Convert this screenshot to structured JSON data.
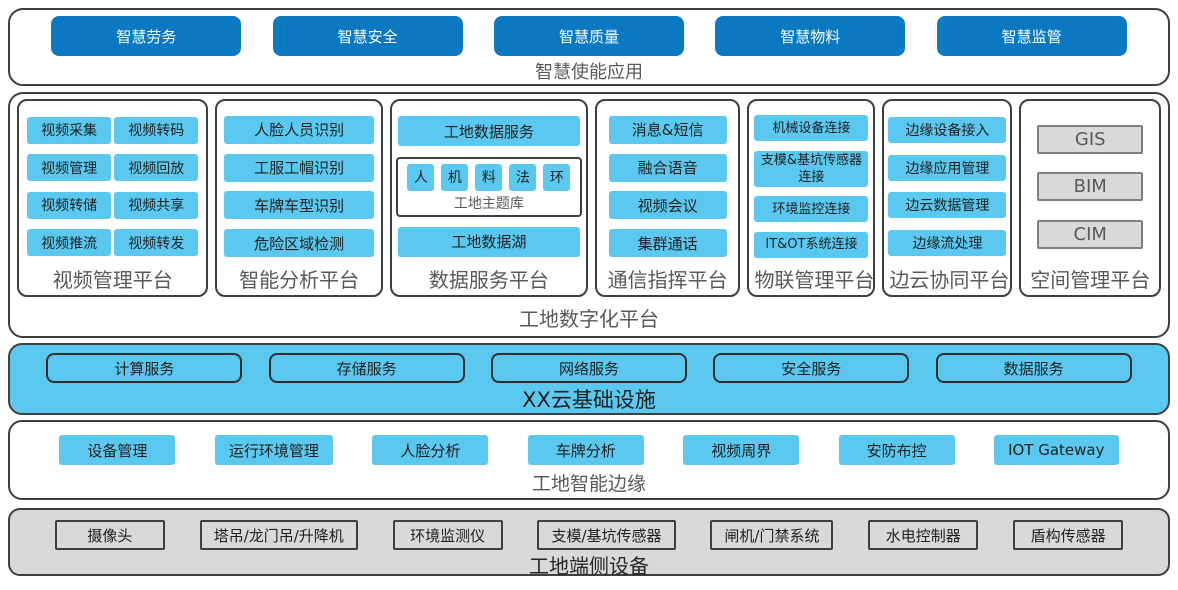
{
  "colors": {
    "dark_blue": "#0b79c2",
    "light_blue": "#5bc9ef",
    "border_dark": "#3f3f3f",
    "gray_fill": "#d9d9d9",
    "gray_text": "#595959"
  },
  "apps": {
    "label": "智慧使能应用",
    "items": [
      "智慧劳务",
      "智慧安全",
      "智慧质量",
      "智慧物料",
      "智慧监管"
    ]
  },
  "digital_platform": {
    "label": "工地数字化平台",
    "video": {
      "title": "视频管理平台",
      "items": [
        "视频采集",
        "视频转码",
        "视频管理",
        "视频回放",
        "视频转储",
        "视频共享",
        "视频推流",
        "视频转发"
      ]
    },
    "ai": {
      "title": "智能分析平台",
      "items": [
        "人脸人员识别",
        "工服工帽识别",
        "车牌车型识别",
        "危险区域检测"
      ]
    },
    "data": {
      "title": "数据服务平台",
      "top": "工地数据服务",
      "theme": {
        "label": "工地主题库",
        "items": [
          "人",
          "机",
          "料",
          "法",
          "环"
        ]
      },
      "bottom": "工地数据湖"
    },
    "comm": {
      "title": "通信指挥平台",
      "items": [
        "消息&短信",
        "融合语音",
        "视频会议",
        "集群通话"
      ]
    },
    "iot": {
      "title": "物联管理平台",
      "items": [
        "机械设备连接",
        "支模&基坑传感器连接",
        "环境监控连接",
        "IT&OT系统连接"
      ]
    },
    "edge_cloud": {
      "title": "边云协同平台",
      "items": [
        "边缘设备接入",
        "边缘应用管理",
        "边云数据管理",
        "边缘流处理"
      ]
    },
    "space": {
      "title": "空间管理平台",
      "items": [
        "GIS",
        "BIM",
        "CIM"
      ]
    }
  },
  "cloud": {
    "label": "XX云基础设施",
    "items": [
      "计算服务",
      "存储服务",
      "网络服务",
      "安全服务",
      "数据服务"
    ]
  },
  "edge": {
    "label": "工地智能边缘",
    "items": [
      "设备管理",
      "运行环境管理",
      "人脸分析",
      "车牌分析",
      "视频周界",
      "安防布控",
      "IOT Gateway"
    ]
  },
  "devices": {
    "label": "工地端侧设备",
    "items": [
      "摄像头",
      "塔吊/龙门吊/升降机",
      "环境监测仪",
      "支模/基坑传感器",
      "闸机/门禁系统",
      "水电控制器",
      "盾构传感器"
    ]
  }
}
